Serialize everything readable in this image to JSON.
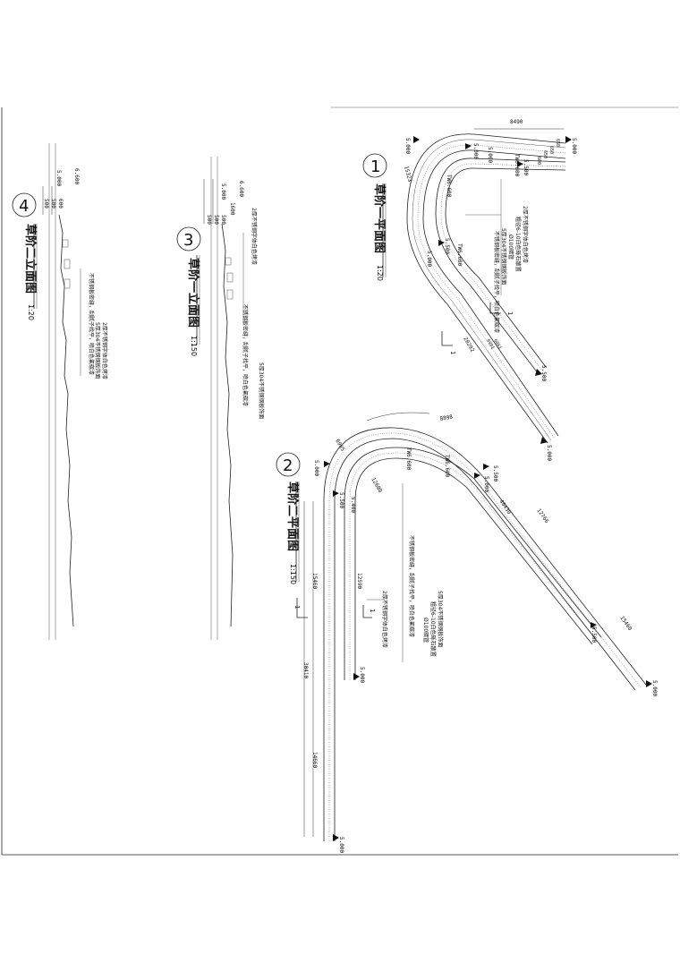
{
  "sheet": {
    "plans": [
      {
        "id": "plan-1",
        "number": "1",
        "title": "草阶一平面图",
        "scale": "1:20",
        "levels": [
          "5.000",
          "5.000",
          "5.000",
          "5.000",
          "5.500",
          "5.500",
          "5.500",
          "5.000",
          "5.000"
        ],
        "elevation_marks": [
          "TW6.600",
          "TW6.600",
          "TW6.600"
        ],
        "dimensions": [
          "8490",
          "650",
          "650",
          "650",
          "600",
          "15323",
          "20292",
          "600",
          "6991",
          "6061",
          "2",
          "1000"
        ],
        "notes": [
          "2厚不锈钢字体白色烤漆",
          "粗径6-10白色砾石散置",
          "Ø100暗管",
          "5厚304不锈钢钢板饰面",
          "不锈钢板密缝，刮腻子找平，喷白色氟碳漆"
        ],
        "section_marks": [
          "1",
          "1"
        ]
      },
      {
        "id": "plan-2",
        "number": "2",
        "title": "草阶二平面图",
        "scale": "1:150",
        "levels": [
          "5.000",
          "5.500",
          "5.500",
          "5.000",
          "5.500",
          "5.000",
          "5.000",
          "5.000"
        ],
        "elevation_marks": [
          "TW6.600",
          "TW6.600",
          "TW6.600",
          "TW6.600",
          "5.400"
        ],
        "dimensions": [
          "8898",
          "6905",
          "12766",
          "40430",
          "15460",
          "12590",
          "30410",
          "14660",
          "12600"
        ],
        "notes": [
          "不锈钢板密缝，刮腻子找平，喷白色氟碳漆",
          "5厚304不锈钢钢板饰面",
          "粗径6-10白色砾石散置",
          "Ø100暗管",
          "2厚不锈钢字体白色烤漆"
        ],
        "section_marks": [
          "1",
          "1"
        ]
      }
    ],
    "elevations": [
      {
        "id": "elev-3",
        "number": "3",
        "title": "草阶一立面图",
        "scale": "1:150",
        "levels": [
          "6.600",
          "5.000"
        ],
        "dimensions": [
          "1600",
          "500",
          "500",
          "500"
        ],
        "notes": [
          "2厚不锈钢字体白色烤漆",
          "不锈钢板密缝，刮腻子找平，喷白色氟碳漆",
          "5厚304不锈钢钢板饰面"
        ]
      },
      {
        "id": "elev-4",
        "number": "4",
        "title": "草阶二立面图",
        "scale": "1:20",
        "levels": [
          "6.600",
          "5.000"
        ],
        "dimensions": [
          "500",
          "500",
          "600"
        ],
        "notes": [
          "2厚不锈钢字体白色烤漆",
          "5厚304不锈钢钢板饰面",
          "不锈钢板密缝，刮腻子找平，喷白色氟碳漆"
        ]
      }
    ]
  }
}
